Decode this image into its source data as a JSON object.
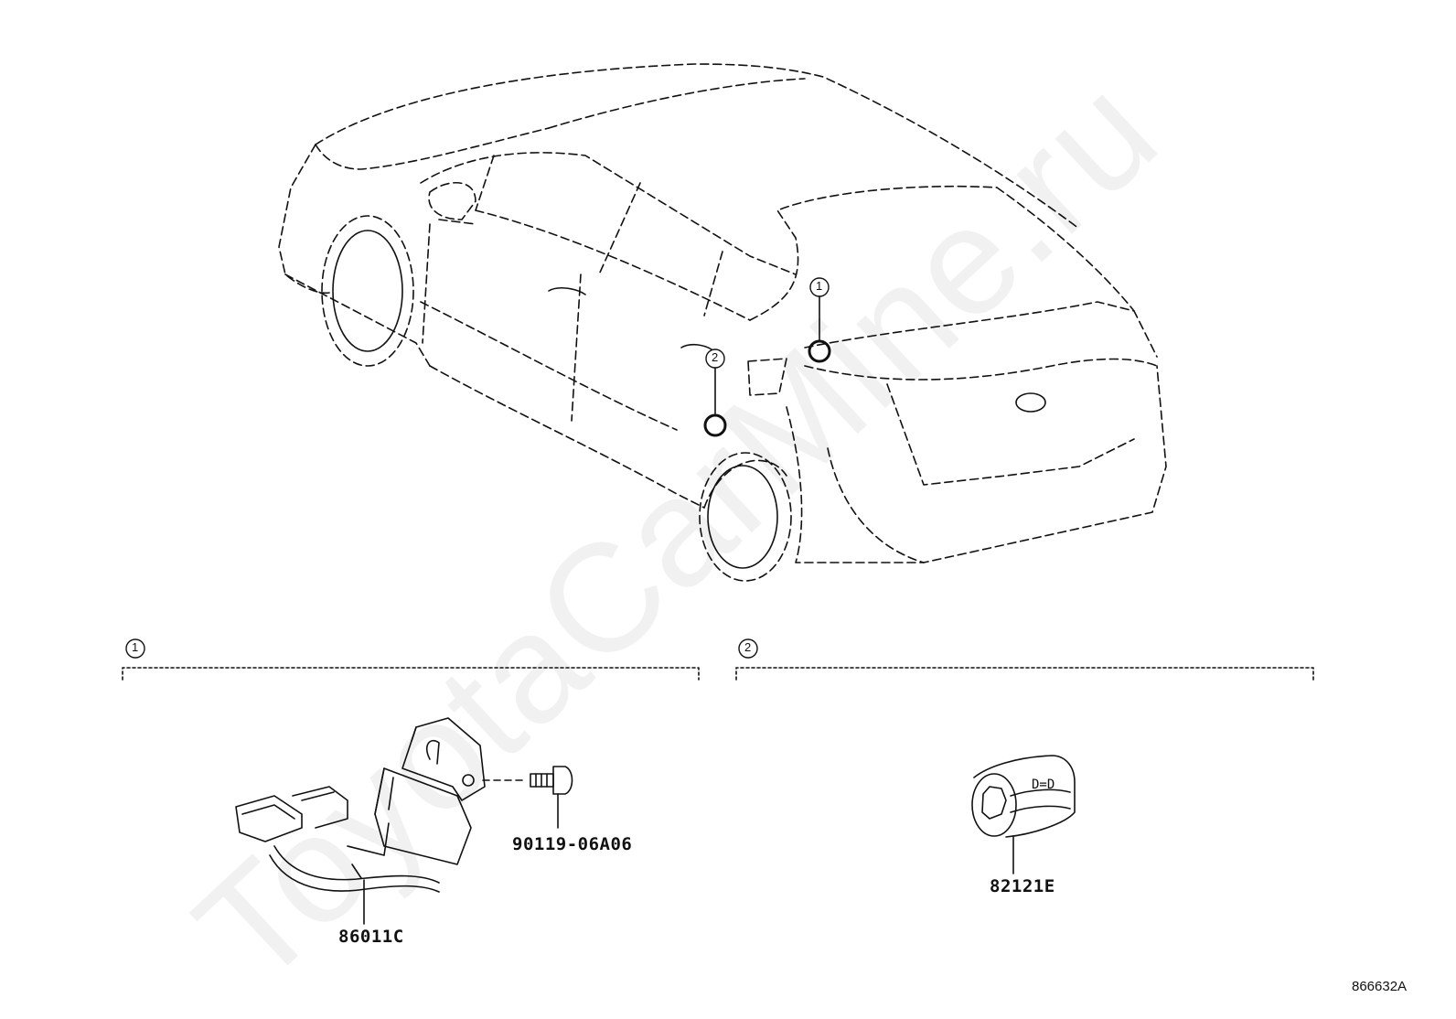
{
  "watermark": "ToyotaCarMine.ru",
  "callouts": {
    "one": "1",
    "two": "2"
  },
  "parts": {
    "bracket_assy": "86011C",
    "bolt": "90119-06A06",
    "clamp": "82121E"
  },
  "diagram_ref": "866632A"
}
